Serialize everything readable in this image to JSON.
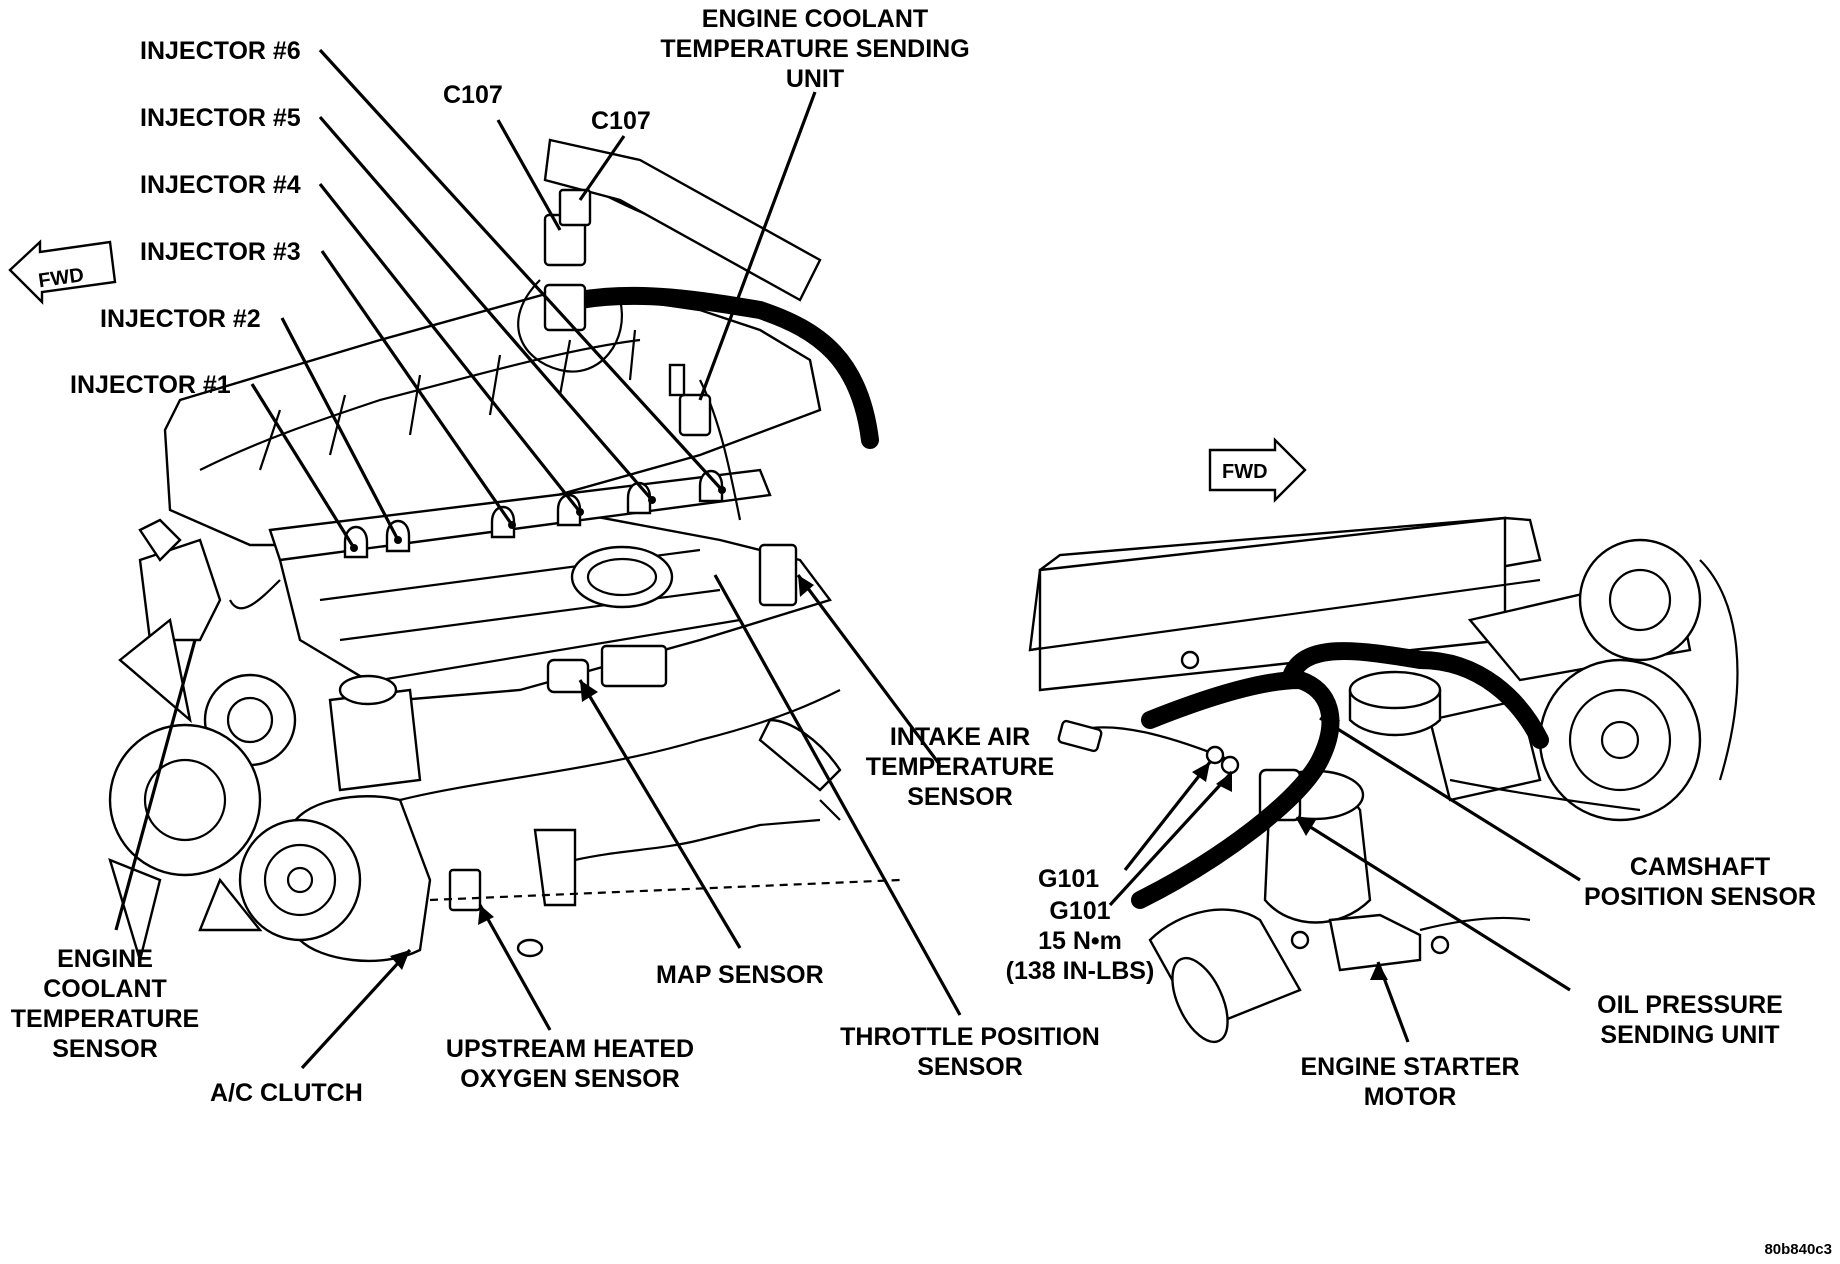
{
  "labels": {
    "injector6": "INJECTOR #6",
    "injector5": "INJECTOR #5",
    "injector4": "INJECTOR #4",
    "injector3": "INJECTOR #3",
    "injector2": "INJECTOR #2",
    "injector1": "INJECTOR #1",
    "c107_a": "C107",
    "c107_b": "C107",
    "ect_sending": [
      "ENGINE COOLANT",
      "TEMPERATURE SENDING",
      "UNIT"
    ],
    "fwd_left": "FWD",
    "fwd_right": "FWD",
    "intake_air": [
      "INTAKE AIR",
      "TEMPERATURE",
      "SENSOR"
    ],
    "ect_sensor": [
      "ENGINE",
      "COOLANT",
      "TEMPERATURE",
      "SENSOR"
    ],
    "map_sensor": "MAP SENSOR",
    "tps": [
      "THROTTLE POSITION",
      "SENSOR"
    ],
    "ac_clutch": "A/C CLUTCH",
    "o2_sensor": [
      "UPSTREAM HEATED",
      "OXYGEN SENSOR"
    ],
    "g101_a": "G101",
    "g101_b": [
      "G101",
      "15 N•m",
      "(138 IN-LBS)"
    ],
    "camshaft": [
      "CAMSHAFT",
      "POSITION SENSOR"
    ],
    "oil_pressure": [
      "OIL PRESSURE",
      "SENDING UNIT"
    ],
    "starter": [
      "ENGINE STARTER",
      "MOTOR"
    ]
  },
  "figure_code": "80b840c3"
}
